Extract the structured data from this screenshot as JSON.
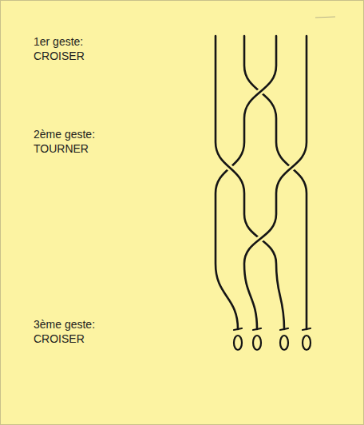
{
  "diagram": {
    "labels": [
      "1er geste:",
      "CROISER",
      "2ème geste:",
      "TOURNER",
      "3ème geste:",
      "CROISER"
    ]
  }
}
